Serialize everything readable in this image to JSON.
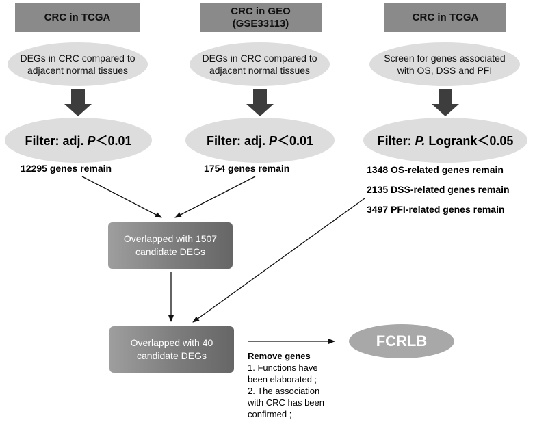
{
  "columns": [
    {
      "header": "CRC in  TCGA",
      "header_sub": "",
      "description": [
        "DEGs in CRC compared to",
        "adjacent normal tissues"
      ],
      "filter_prefix": "Filter: adj. ",
      "filter_italic": "P",
      "filter_suffix": "＜0.01",
      "results": [
        "12295 genes remain"
      ]
    },
    {
      "header": "CRC in  GEO",
      "header_sub": "(GSE33113)",
      "description": [
        "DEGs in CRC compared to",
        "adjacent normal tissues"
      ],
      "filter_prefix": "Filter: adj. ",
      "filter_italic": "P",
      "filter_suffix": "＜0.01",
      "results": [
        "1754 genes remain"
      ]
    },
    {
      "header": "CRC in  TCGA",
      "header_sub": "",
      "description": [
        "Screen for genes associated",
        "with OS, DSS and PFI"
      ],
      "filter_prefix": "Filter: ",
      "filter_italic": "P.",
      "filter_suffix": " Logrank＜0.05",
      "results": [
        "1348 OS-related genes remain",
        "2135 DSS-related genes remain",
        "3497 PFI-related genes remain"
      ]
    }
  ],
  "overlap1": [
    "Overlapped with 1507",
    "candidate DEGs"
  ],
  "overlap2": [
    "Overlapped with 40",
    "candidate DEGs"
  ],
  "remove_note": {
    "title": "Remove genes",
    "lines": [
      "1. Functions have",
      "been elaborated ;",
      "2. The association",
      "with CRC has been",
      "confirmed ;"
    ]
  },
  "final": "FCRLB",
  "colors": {
    "header_bg": "#8a8a8a",
    "ellipse_bg": "#dddddd",
    "arrow": "#3d3d3d",
    "final_bg": "#a8a8a8"
  }
}
